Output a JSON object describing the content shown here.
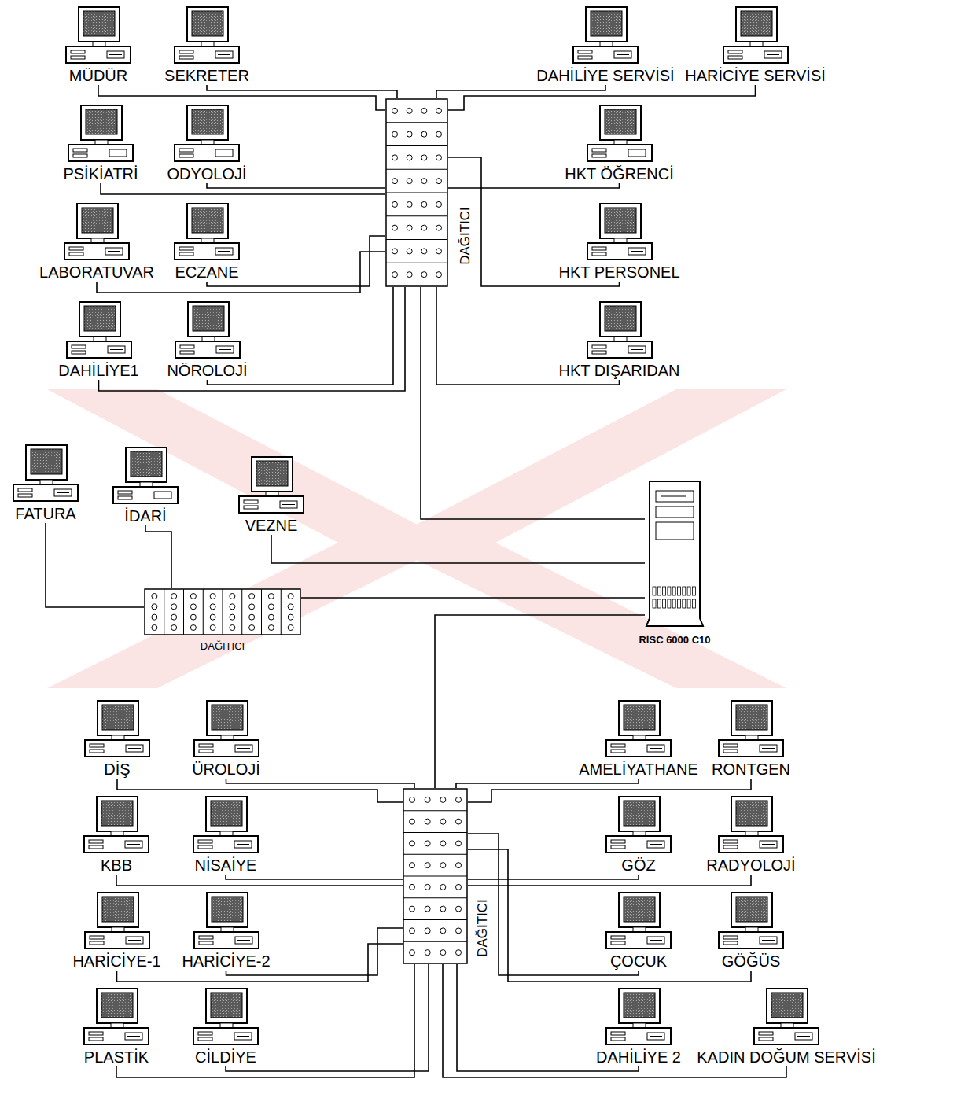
{
  "diagram": {
    "nodes": [
      {
        "text": [
          "MÜDÜR"
        ]
      },
      {
        "text": [
          "SEKRETER"
        ]
      },
      {
        "text": [
          "DAHİLİYE SERVİSİ"
        ]
      },
      {
        "text": [
          "HARİCİYE SERVİSİ"
        ]
      },
      {
        "text": [
          "PSİKİATRİ"
        ]
      },
      {
        "text": [
          "ODYOLOJİ"
        ]
      },
      {
        "text": [
          "HKT ÖĞRENCİ"
        ]
      },
      {
        "text": [
          "LABORATUVAR"
        ]
      },
      {
        "text": [
          "ECZANE"
        ]
      },
      {
        "text": [
          "DAĞITICI"
        ]
      },
      {
        "text": [
          "HKT PERSONEL"
        ]
      },
      {
        "text": [
          "DAHİLİYE1"
        ]
      },
      {
        "text": [
          "NÖROLOJİ"
        ]
      },
      {
        "text": [
          "HKT DIŞARIDAN"
        ]
      },
      {
        "text": [
          "FATURA"
        ]
      },
      {
        "text": [
          "İDARİ"
        ]
      },
      {
        "text": [
          "VEZNE"
        ]
      },
      {
        "text": [
          "DAĞITICI"
        ]
      },
      {
        "text": [
          "RİSC 6000 C10"
        ]
      },
      {
        "text": [
          "DİŞ"
        ]
      },
      {
        "text": [
          "ÜROLOJİ"
        ]
      },
      {
        "text": [
          "AMELİYATHANE"
        ]
      },
      {
        "text": [
          "RONTGEN"
        ]
      },
      {
        "text": [
          "KBB"
        ]
      },
      {
        "text": [
          "NİSAİYE"
        ]
      },
      {
        "text": [
          "GÖZ"
        ]
      },
      {
        "text": [
          "RADYOLOJİ"
        ]
      },
      {
        "text": [
          "DAĞITICI"
        ]
      },
      {
        "text": [
          "HARİCİYE-1"
        ]
      },
      {
        "text": [
          "HARİCİYE-2"
        ]
      },
      {
        "text": [
          "ÇOCUK"
        ]
      },
      {
        "text": [
          "GÖĞÜS"
        ]
      },
      {
        "text": [
          "PLASTİK"
        ]
      },
      {
        "text": [
          "CİLDİYE"
        ]
      },
      {
        "text": [
          "DAHİLİYE 2"
        ]
      },
      {
        "text": [
          "KADIN DOĞUM SERVİSİ"
        ]
      }
    ],
    "edges": [
      {
        "from": 0,
        "to": 9,
        "arrow": "none"
      },
      {
        "from": 1,
        "to": 9,
        "arrow": "none"
      },
      {
        "from": 2,
        "to": 9,
        "arrow": "none"
      },
      {
        "from": 3,
        "to": 9,
        "arrow": "none"
      },
      {
        "from": 4,
        "to": 9,
        "arrow": "none"
      },
      {
        "from": 5,
        "to": 9,
        "arrow": "none"
      },
      {
        "from": 6,
        "to": 9,
        "arrow": "none"
      },
      {
        "from": 7,
        "to": 9,
        "arrow": "none"
      },
      {
        "from": 8,
        "to": 9,
        "arrow": "none"
      },
      {
        "from": 10,
        "to": 9,
        "arrow": "none"
      },
      {
        "from": 11,
        "to": 9,
        "arrow": "none"
      },
      {
        "from": 12,
        "to": 9,
        "arrow": "none"
      },
      {
        "from": 13,
        "to": 9,
        "arrow": "none"
      },
      {
        "from": 9,
        "to": 18,
        "arrow": "none"
      },
      {
        "from": 14,
        "to": 17,
        "arrow": "none"
      },
      {
        "from": 15,
        "to": 17,
        "arrow": "none"
      },
      {
        "from": 16,
        "to": 18,
        "arrow": "none"
      },
      {
        "from": 17,
        "to": 18,
        "arrow": "none"
      },
      {
        "from": 27,
        "to": 18,
        "arrow": "none"
      },
      {
        "from": 19,
        "to": 27,
        "arrow": "none"
      },
      {
        "from": 20,
        "to": 27,
        "arrow": "none"
      },
      {
        "from": 21,
        "to": 27,
        "arrow": "none"
      },
      {
        "from": 22,
        "to": 27,
        "arrow": "none"
      },
      {
        "from": 23,
        "to": 27,
        "arrow": "none"
      },
      {
        "from": 24,
        "to": 27,
        "arrow": "none"
      },
      {
        "from": 25,
        "to": 27,
        "arrow": "none"
      },
      {
        "from": 26,
        "to": 27,
        "arrow": "none"
      },
      {
        "from": 28,
        "to": 27,
        "arrow": "none"
      },
      {
        "from": 29,
        "to": 27,
        "arrow": "none"
      },
      {
        "from": 30,
        "to": 27,
        "arrow": "none"
      },
      {
        "from": 31,
        "to": 27,
        "arrow": "none"
      },
      {
        "from": 32,
        "to": 27,
        "arrow": "none"
      },
      {
        "from": 33,
        "to": 27,
        "arrow": "none"
      },
      {
        "from": 34,
        "to": 27,
        "arrow": "none"
      },
      {
        "from": 35,
        "to": 27,
        "arrow": "none"
      }
    ]
  }
}
